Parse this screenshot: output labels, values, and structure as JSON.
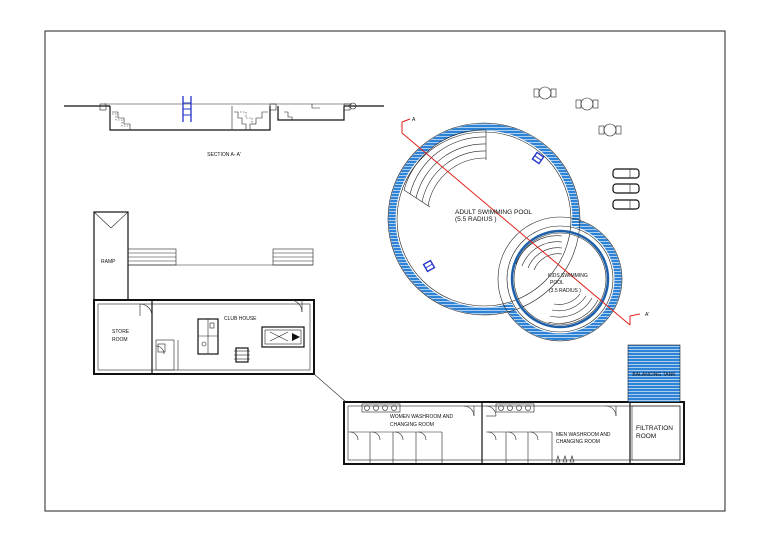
{
  "labels": {
    "section": "SECTION A- A'",
    "adult_pool_line1": "ADULT SWIMMING POOL",
    "adult_pool_line2": "(5.5 RADIUS )",
    "kids_pool_line1": "KIDS SWIMMING",
    "kids_pool_line2": "POOL",
    "kids_pool_line3": "(3.5 RADIUS )",
    "section_mark_a": "A",
    "section_mark_a_prime": "A'",
    "ramp": "RAMP",
    "store_room_line1": "STORE",
    "store_room_line2": "ROOM",
    "club_house": "CLUB HOUSE",
    "balancing_tank": "BALANCING TANK",
    "women_line1": "WOMEN WASHROOM AND",
    "women_line2": "CHANGING ROOM",
    "men_line1": "MEN WASHROOM AND",
    "men_line2": "CHANGING ROOM",
    "filtration_line1": "FILTRATION",
    "filtration_line2": "ROOM"
  },
  "colors": {
    "pool_edge": "#2f83d6",
    "pool_edge_dark": "#1d5fa8",
    "section_line": "#e0201a",
    "ladder": "#2233cc",
    "line": "#111111"
  }
}
